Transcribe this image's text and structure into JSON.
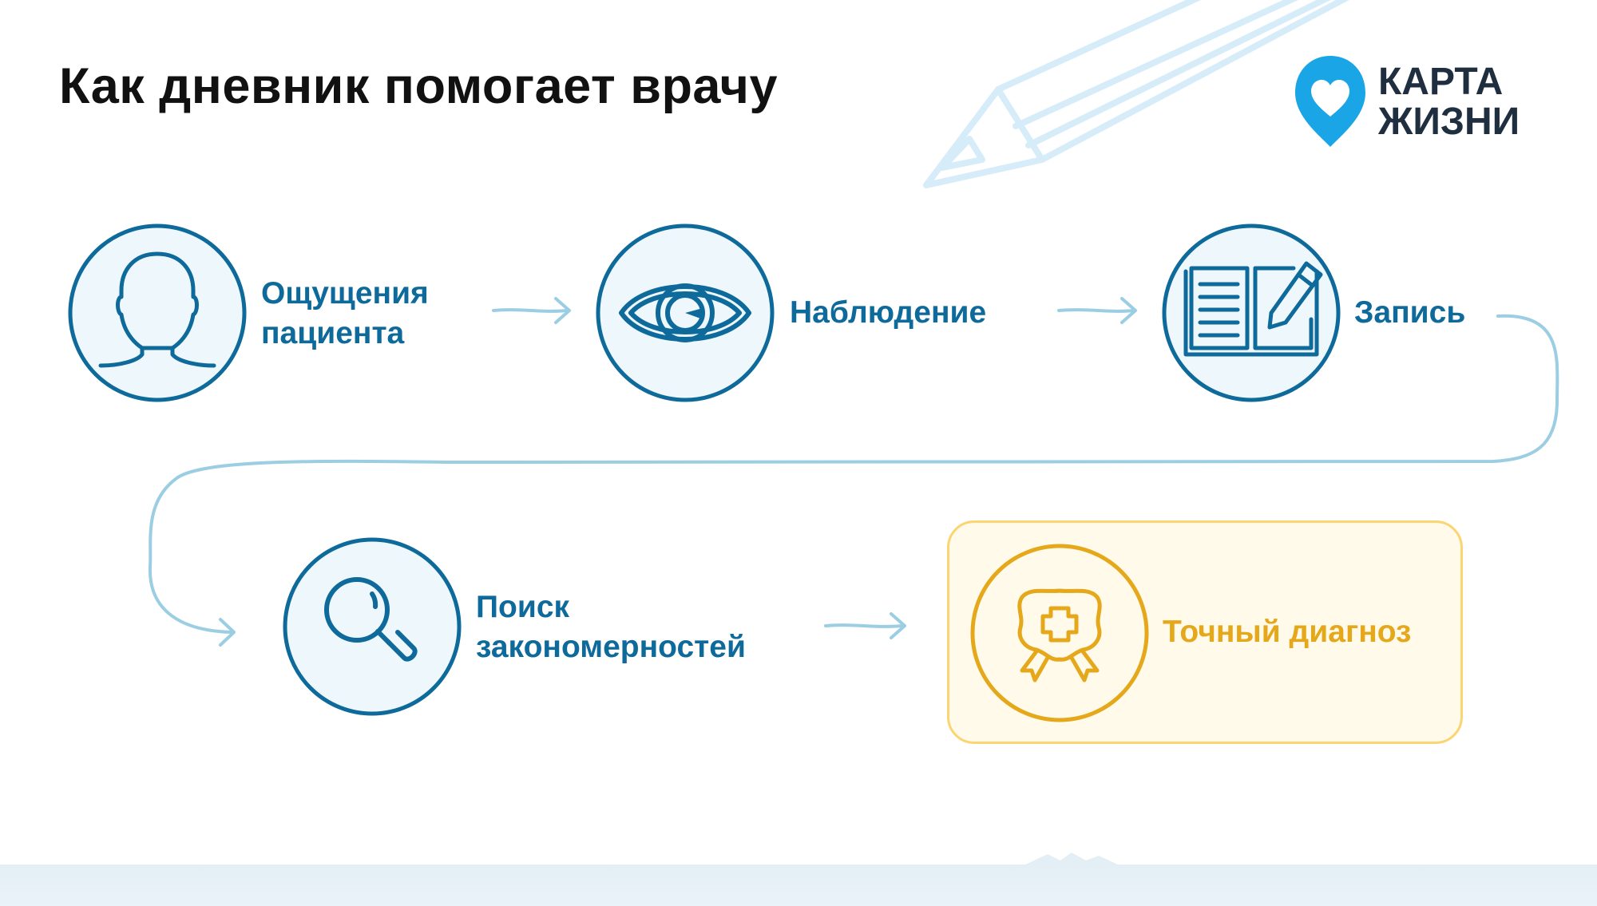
{
  "page": {
    "title": "Как дневник помогает врачу"
  },
  "brand": {
    "line1": "КАРТА",
    "line2": "ЖИЗНИ",
    "logo_icon": "heart-location-pin-icon"
  },
  "steps": [
    {
      "id": "sensations",
      "lines": [
        "Ощущения",
        "пациента"
      ],
      "icon": "person-head-icon"
    },
    {
      "id": "observation",
      "lines": [
        "Наблюдение"
      ],
      "icon": "eye-icon"
    },
    {
      "id": "record",
      "lines": [
        "Запись"
      ],
      "icon": "open-book-pencil-icon"
    },
    {
      "id": "patterns",
      "lines": [
        "Поиск",
        "закономерностей"
      ],
      "icon": "magnifier-icon"
    },
    {
      "id": "diagnosis",
      "lines": [
        "Точный диагноз"
      ],
      "icon": "medical-badge-icon",
      "highlighted": true
    }
  ],
  "colors": {
    "primary": "#0e6a9a",
    "circle_fill": "#edf7fc",
    "arrow": "#9bcde3",
    "accent": "#e4a81a",
    "accent_box_fill": "#fffaea",
    "accent_box_border": "#fbd572",
    "logo": "#1aa6e6",
    "title": "#111111",
    "pencil": "#d6ecf8"
  }
}
